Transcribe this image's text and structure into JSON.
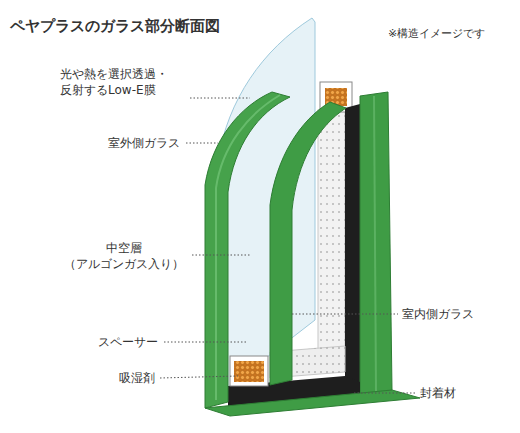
{
  "diagram": {
    "title": "ペヤプラスのガラス部分断面図",
    "labels": [
      "※構造イメージです",
      "光や熱を選択透過・ 反射するLow-E膜",
      "室外側ガラス",
      "中空層 （アルゴンガス入り）",
      "スペーサー",
      "吸湿剤",
      "室内側ガラス",
      "封着材"
    ]
  }
}
